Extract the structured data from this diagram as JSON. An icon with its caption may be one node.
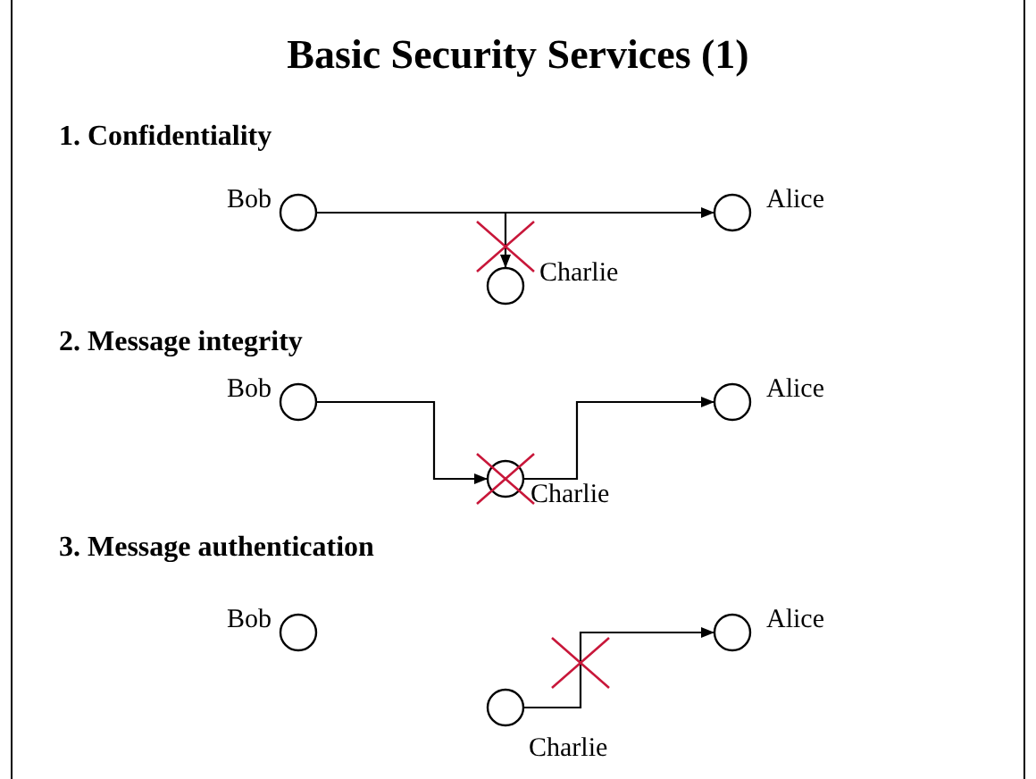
{
  "diagram": {
    "title": "Basic Security Services (1)",
    "nodes": [
      {
        "text": [],
        "shape": "circle",
        "beside": [
          "Bob"
        ]
      },
      {
        "text": [],
        "shape": "circle",
        "beside": [
          "Alice"
        ]
      },
      {
        "text": [],
        "shape": "circle",
        "beside": [
          "Charlie"
        ]
      },
      {
        "text": [],
        "shape": "circle",
        "beside": [
          "Bob"
        ]
      },
      {
        "text": [],
        "shape": "circle",
        "beside": [
          "Alice"
        ]
      },
      {
        "text": [],
        "shape": "circle",
        "beside": [
          "Charlie"
        ]
      },
      {
        "text": [],
        "shape": "circle",
        "beside": [
          "Bob"
        ]
      },
      {
        "text": [],
        "shape": "circle",
        "beside": [
          "Alice"
        ]
      },
      {
        "text": [],
        "shape": "circle",
        "beside": [
          "Charlie"
        ]
      }
    ],
    "edges": [
      {
        "from": 0,
        "to": 1,
        "arrow": "to"
      },
      {
        "from": 0,
        "to": 2,
        "arrow": "to"
      },
      {
        "from": 3,
        "to": 5,
        "arrow": "to"
      },
      {
        "from": 5,
        "to": 4,
        "arrow": "to"
      },
      {
        "from": 8,
        "to": 7,
        "arrow": "to"
      }
    ],
    "labels": [
      "1. Confidentiality",
      "2. Message integrity",
      "3. Message authentication"
    ]
  }
}
